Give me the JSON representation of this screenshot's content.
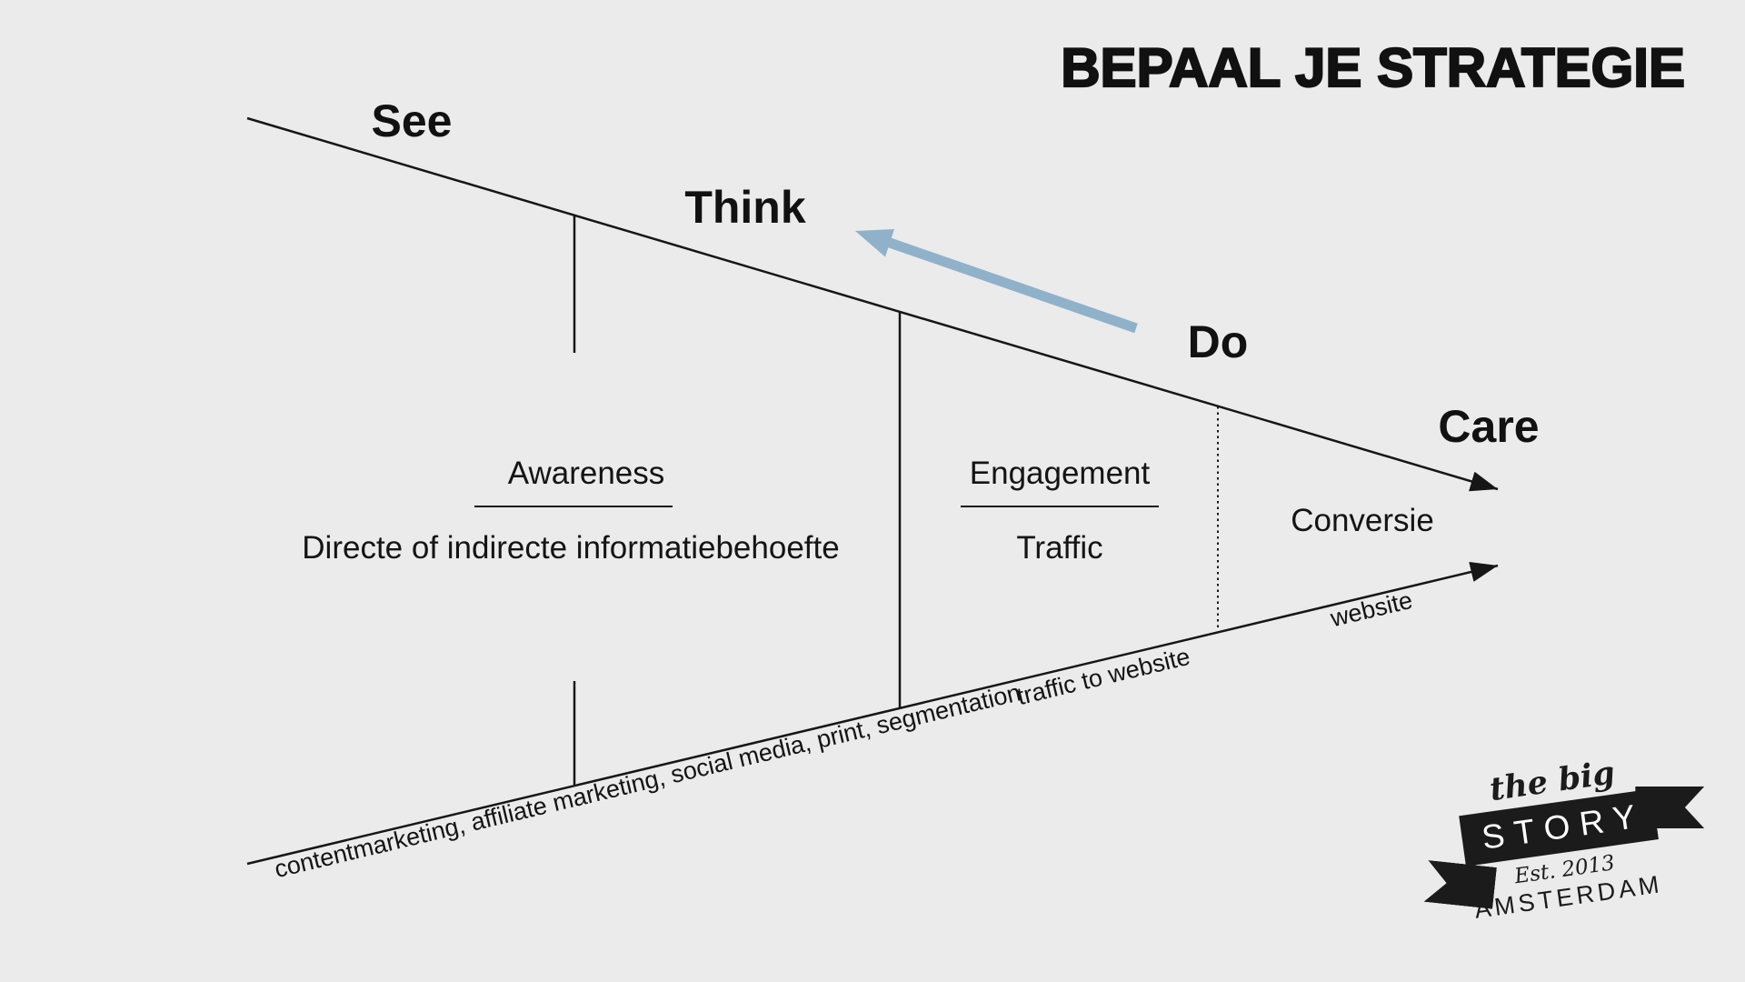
{
  "colors": {
    "background": "#ebebeb",
    "ink": "#161616",
    "arrow_blue": "#8fb1c9",
    "logo_black": "#1b1b1b"
  },
  "title": "BEPAAL JE STRATEGIE",
  "stages": {
    "see": "See",
    "think": "Think",
    "do": "Do",
    "care": "Care"
  },
  "sections": {
    "awareness": {
      "heading": "Awareness",
      "subheading": "Directe of indirecte informatiebehoefte"
    },
    "engagement": {
      "heading": "Engagement",
      "subheading": "Traffic"
    },
    "conversion": {
      "heading": "Conversie"
    }
  },
  "channel_labels": {
    "see": "contentmarketing, affiliate marketing, social media, print, segmentation",
    "think": "traffic to website",
    "do": "website"
  },
  "logo": {
    "tagline": "the big",
    "name": "STORY",
    "established": "Est. 2013",
    "city": "AMSTERDAM"
  }
}
